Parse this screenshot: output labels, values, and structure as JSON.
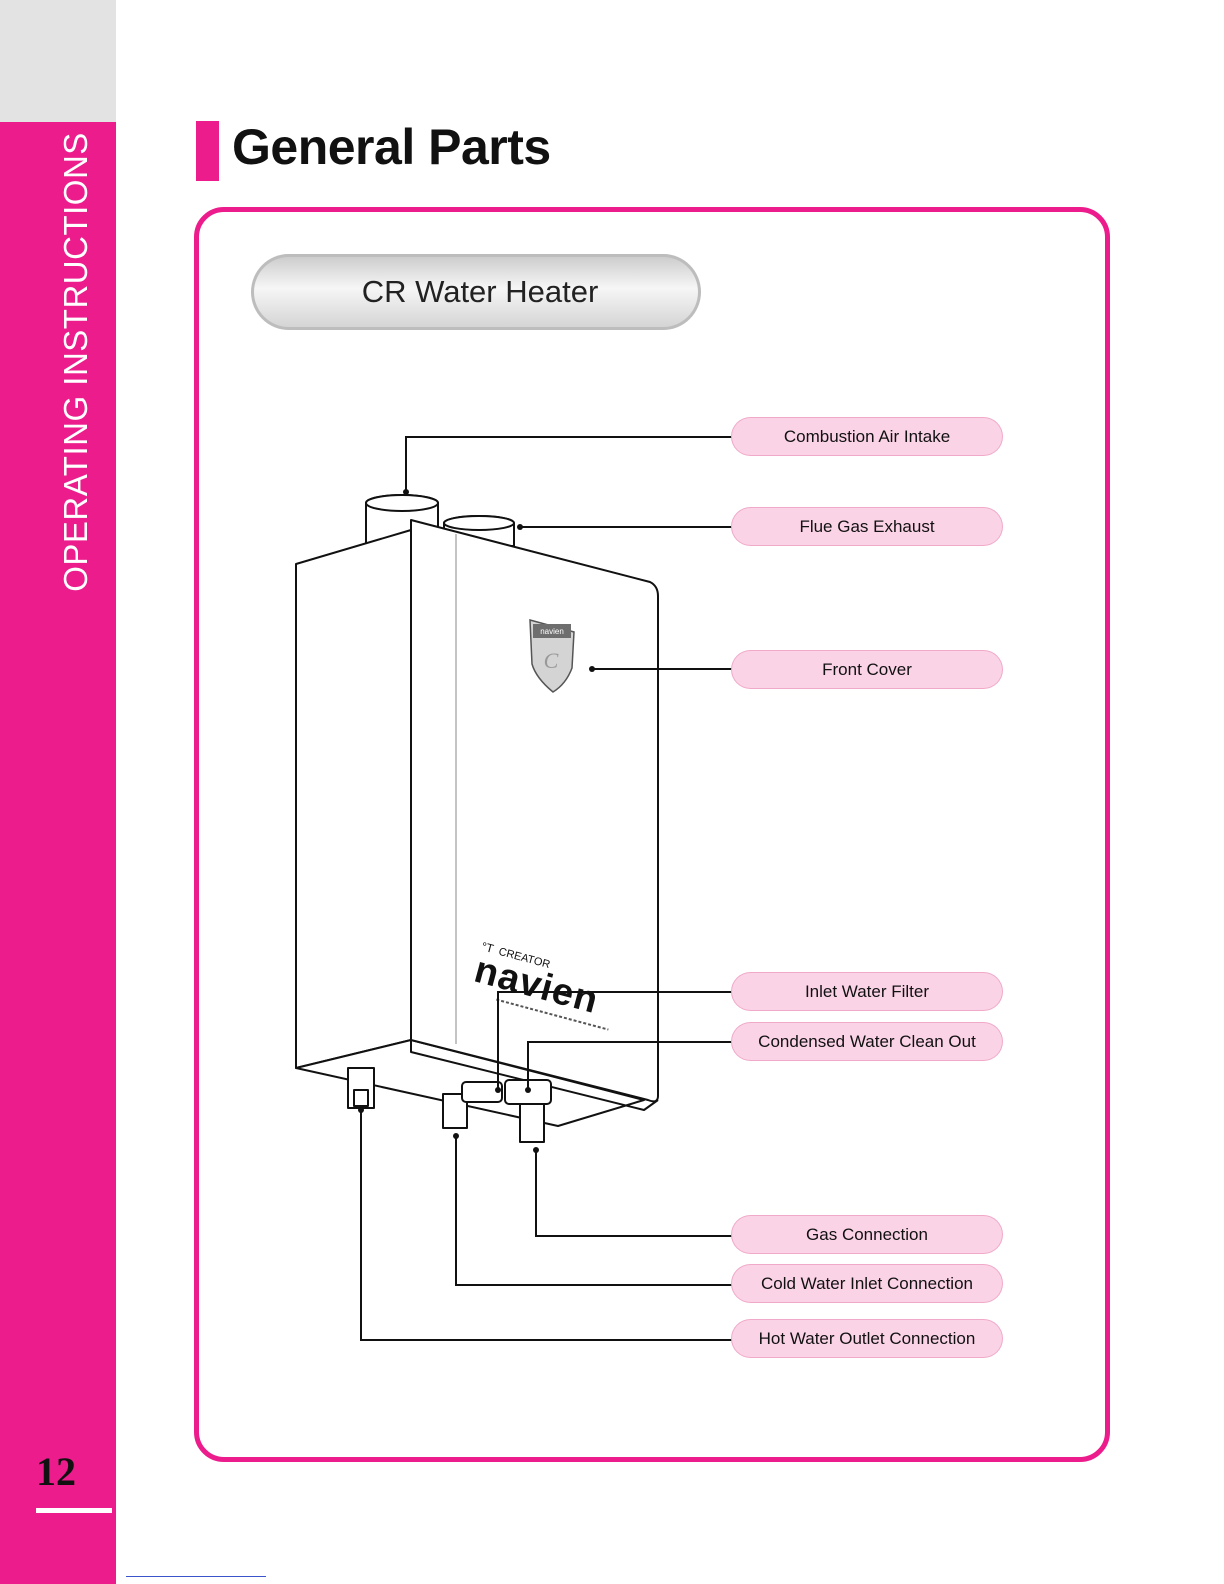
{
  "sidebar": {
    "section": "OPERATING INSTRUCTIONS"
  },
  "page": {
    "number": "12",
    "title": "General Parts"
  },
  "diagram": {
    "heading": "CR Water Heater",
    "logo": {
      "brand": "navien",
      "product": "CREATOR",
      "prefix": "°T"
    },
    "parts": [
      "Combustion Air Intake",
      "Flue Gas Exhaust",
      "Front Cover",
      "Inlet Water Filter",
      "Condensed Water Clean Out",
      "Gas Connection",
      "Cold Water Inlet Connection",
      "Hot Water Outlet Connection"
    ]
  },
  "colors": {
    "accent": "#ec1c8c",
    "label_fill": "#fbd3e6",
    "sidebar_top": "#e3e3e3"
  }
}
